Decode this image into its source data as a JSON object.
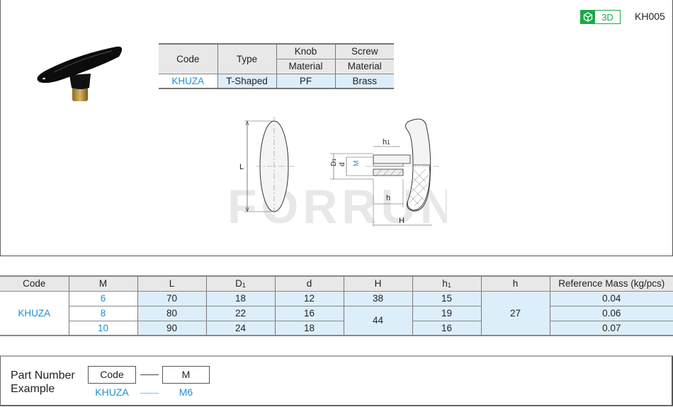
{
  "header": {
    "badge_3d_label": "3D",
    "badge_icon": "cube-icon",
    "product_code": "KH005",
    "accent_green": "#1aa84a",
    "accent_blue": "#1d8fd6"
  },
  "info_table": {
    "headers": {
      "code": "Code",
      "type": "Type",
      "knob_top": "Knob",
      "knob_bottom": "Material",
      "screw_top": "Screw",
      "screw_bottom": "Material"
    },
    "row": {
      "code": "KHUZA",
      "type": "T-Shaped",
      "knob_material": "PF",
      "screw_material": "Brass"
    }
  },
  "drawing": {
    "labels": {
      "L": "L",
      "D1": "D",
      "D1_sub": "1",
      "d": "d",
      "M": "M",
      "h1": "h",
      "h1_sub": "1",
      "h": "h",
      "H": "H"
    },
    "watermark": "FORRUN"
  },
  "spec_table": {
    "headers": [
      "Code",
      "M",
      "L",
      "D",
      "d",
      "H",
      "h",
      "h",
      "Reference Mass (kg/pcs)"
    ],
    "header_subs": {
      "D1": "1",
      "h1": "1"
    },
    "code": "KHUZA",
    "h_shared": "27",
    "H_row1": "38",
    "H_shared_rows23": "44",
    "rows": [
      {
        "M": "6",
        "L": "70",
        "D1": "18",
        "d": "12",
        "h1": "15",
        "mass": "0.04"
      },
      {
        "M": "8",
        "L": "80",
        "D1": "22",
        "d": "16",
        "h1": "19",
        "mass": "0.06"
      },
      {
        "M": "10",
        "L": "90",
        "D1": "24",
        "d": "18",
        "h1": "16",
        "mass": "0.07"
      }
    ]
  },
  "part_number": {
    "title_line1": "Part Number",
    "title_line2": "Example",
    "box_code": "Code",
    "box_m": "M",
    "example_code": "KHUZA",
    "example_m": "M6"
  }
}
